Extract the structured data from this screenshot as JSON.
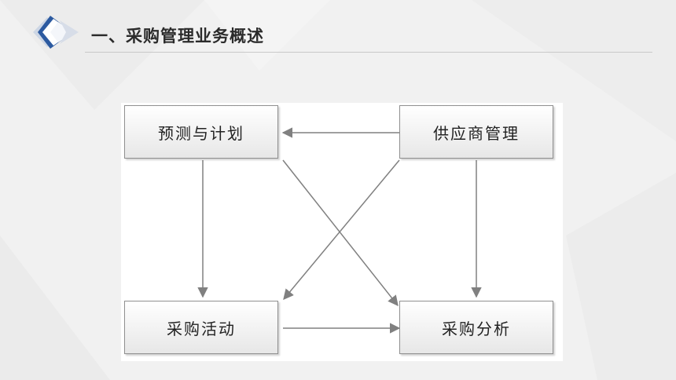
{
  "header": {
    "title": "一、采购管理业务概述"
  },
  "diagram": {
    "nodes": [
      {
        "id": "forecast",
        "label": "预测与计划"
      },
      {
        "id": "supplier",
        "label": "供应商管理"
      },
      {
        "id": "purchasing",
        "label": "采购活动"
      },
      {
        "id": "analysis",
        "label": "采购分析"
      }
    ],
    "edges": [
      {
        "from": "supplier",
        "to": "forecast"
      },
      {
        "from": "forecast",
        "to": "purchasing"
      },
      {
        "from": "supplier",
        "to": "analysis"
      },
      {
        "from": "forecast",
        "to": "analysis"
      },
      {
        "from": "supplier",
        "to": "purchasing"
      },
      {
        "from": "purchasing",
        "to": "analysis"
      }
    ]
  },
  "colors": {
    "accent": "#2c5aa0",
    "edge": "#808080"
  }
}
